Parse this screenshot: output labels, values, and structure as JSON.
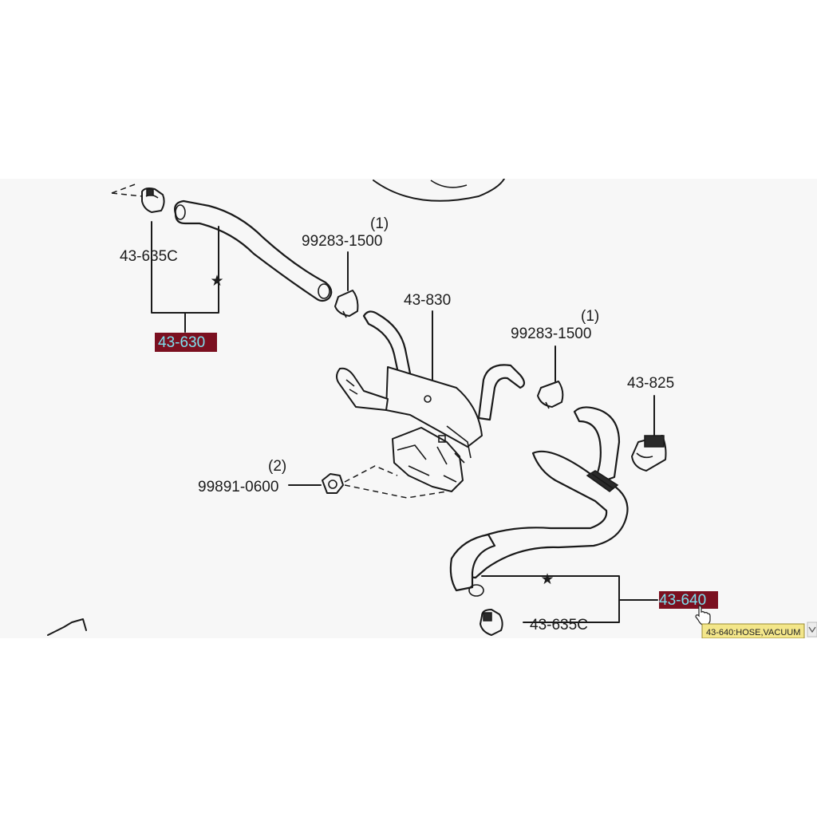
{
  "labels": {
    "hose_left": "43-630",
    "clamp_left": "43-635C",
    "clip_top": "99283-1500",
    "clip_top_qty": "(1)",
    "pipe_bracket": "43-830",
    "clip_mid": "99283-1500",
    "clip_mid_qty": "(1)",
    "connector": "43-825",
    "nut": "99891-0600",
    "nut_qty": "(2)",
    "hose_right": "43-640",
    "clamp_right": "43-635C"
  },
  "tooltip": "43-640:HOSE,VACUUM",
  "colors": {
    "highlight_bg": "#7b1020",
    "highlight_text": "#7de0ee",
    "tooltip_bg": "#f3e68a",
    "line": "#1a1a1a",
    "viewport_bg": "#f7f7f7"
  },
  "icons": {
    "cursor": "hand-pointer-icon",
    "star": "star-icon"
  }
}
